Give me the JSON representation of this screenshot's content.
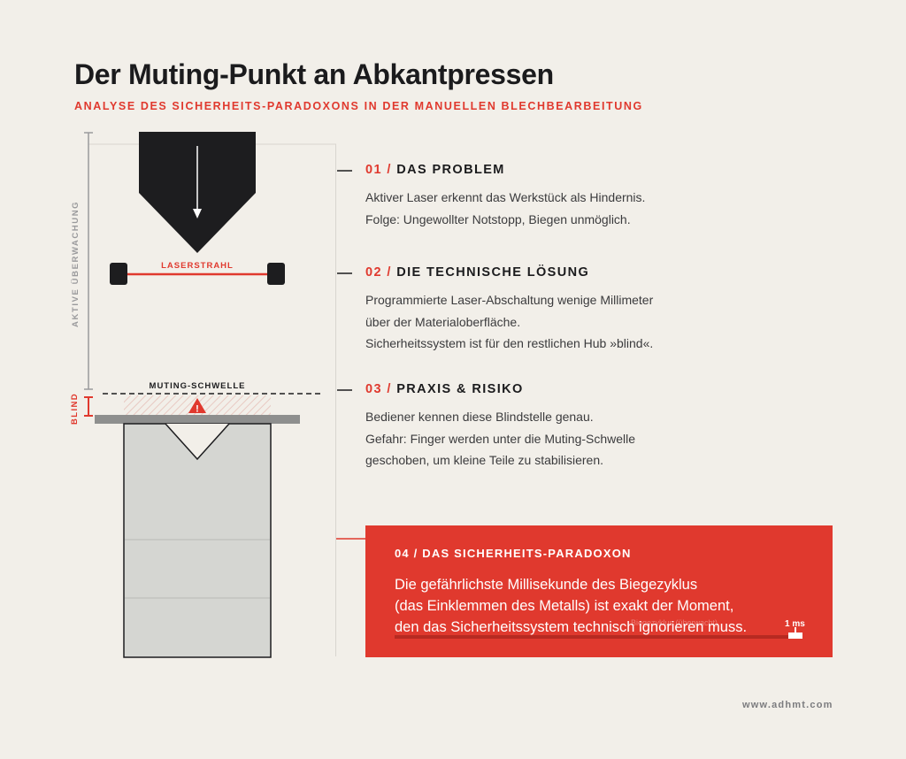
{
  "header": {
    "title": "Der Muting-Punkt an Abkantpressen",
    "subtitle": "ANALYSE DES SICHERHEITS-PARADOXONS IN DER MANUELLEN BLECHBEARBEITUNG"
  },
  "diagram": {
    "active_label": "AKTIVE ÜBERWACHUNG",
    "blind_label": "BLIND",
    "laser_label": "LASERSTRAHL",
    "muting_label": "MUTING-SCHWELLE",
    "warning_symbol": "!",
    "colors": {
      "dark": "#1d1d1f",
      "accent": "#e0392e",
      "die": "#d5d6d2",
      "plate": "#8e8f8e",
      "background": "#f2efe9"
    }
  },
  "sections": [
    {
      "num": "01 /",
      "title": "DAS PROBLEM",
      "lines": [
        "Aktiver Laser erkennt das Werkstück als Hindernis.",
        "Folge: Ungewollter Notstopp, Biegen unmöglich."
      ]
    },
    {
      "num": "02 /",
      "title": "DIE TECHNISCHE LÖSUNG",
      "lines": [
        "Programmierte Laser-Abschaltung wenige Millimeter",
        "über der Materialoberfläche.",
        "Sicherheitssystem ist für den restlichen Hub »blind«."
      ]
    },
    {
      "num": "03 /",
      "title": "PRAXIS & RISIKO",
      "lines": [
        "Bediener kennen diese Blindstelle genau.",
        "Gefahr: Finger werden unter die Muting-Schwelle",
        "geschoben, um kleine Teile zu stabilisieren."
      ]
    }
  ],
  "callout": {
    "title": "04 / DAS SICHERHEITS-PARADOXON",
    "lines": [
      "Die gefährlichste Millisekunde des Biegezyklus",
      "(das Einklemmen des Metalls) ist exakt der Moment,",
      "den das Sicherheitssystem technisch ignorieren muss."
    ],
    "bar_label": "Biegezyklus (überwacht)",
    "bar_marker": "1 ms"
  },
  "footer": {
    "url": "www.adhmt.com"
  }
}
